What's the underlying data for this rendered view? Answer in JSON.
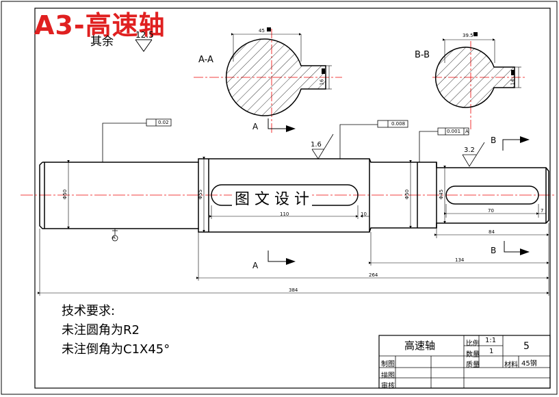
{
  "sheet": {
    "title": "A3-高速轴",
    "roughness_other": "其余",
    "roughness_other_value": "12.5"
  },
  "sections": {
    "aa_label": "A-A",
    "bb_label": "B-B",
    "aa_dim_width": "45",
    "aa_dim_keyway": "16",
    "bb_dim_width": "39.5",
    "bb_dim_keyway": "14"
  },
  "shaft": {
    "cut_marker_a": "A",
    "cut_marker_b": "B",
    "tol_left": "0.02",
    "tol_mid": "0.008",
    "tol_right": "0.001",
    "tol_right_ref": "A",
    "datum": "A",
    "rough_left": "1.6",
    "rough_right": "3.2",
    "dia_left": "Φ50",
    "dia_mid": "Φ55",
    "dia_mid2": "Φ50",
    "dia_right": "Φ45",
    "key_len_mid": "110",
    "key_off_mid": "10",
    "key_len_right": "70",
    "key_off_right": "7",
    "len_84": "84",
    "len_134": "134",
    "len_264": "264",
    "len_384": "384",
    "watermark": "图 文 设 计"
  },
  "requirements": {
    "heading": "技术要求:",
    "line1": "未注圆角为R2",
    "line2": "未注倒角为C1X45°"
  },
  "title_block": {
    "part_name": "高速轴",
    "scale_label": "比例",
    "scale_value": "1:1",
    "qty_label": "数量",
    "qty_value": "1",
    "weight_label": "质量",
    "material_label": "材料",
    "material_value": "45钢",
    "sheet_no": "5",
    "drawn_label": "制图",
    "traced_label": "描图",
    "checked_label": "审核"
  }
}
